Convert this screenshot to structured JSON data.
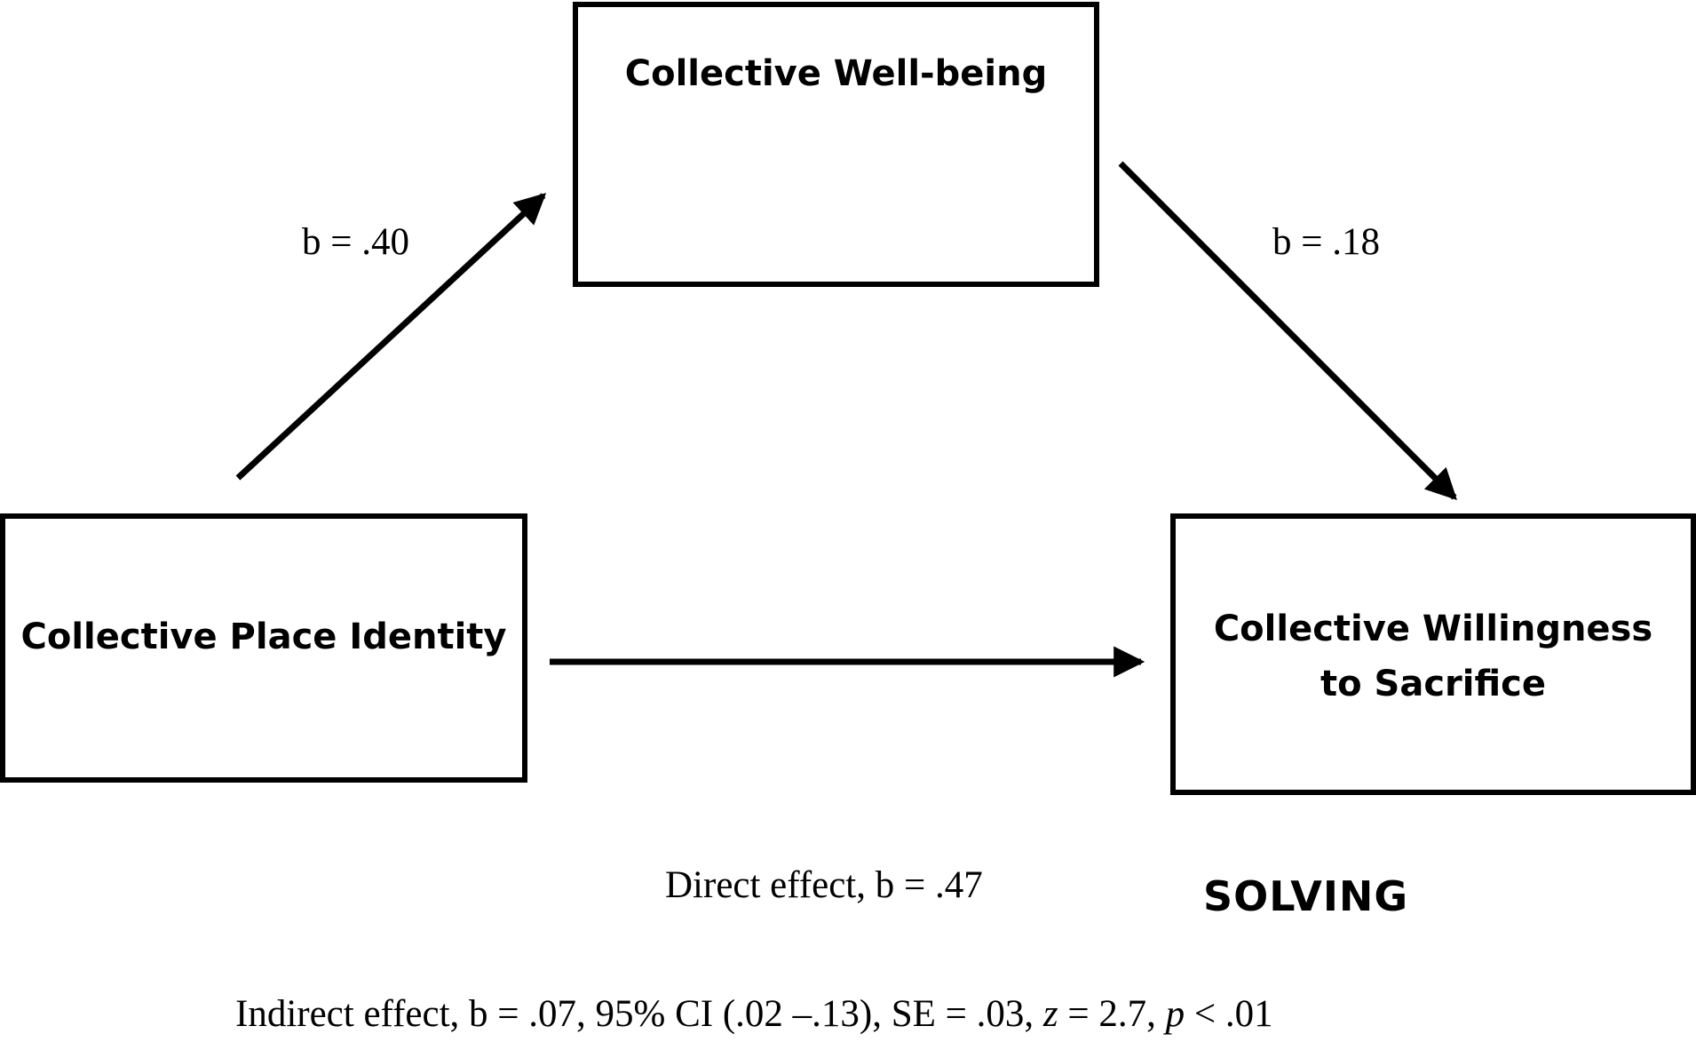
{
  "nodes": {
    "mediator": "Collective Well-being",
    "predictor": "Collective Place Identity",
    "outcome": "Collective Willingness to Sacrifice"
  },
  "paths": {
    "a": "b = .40",
    "b": "b = .18"
  },
  "direct_effect": "Direct effect, b = .47",
  "condition_label": "SOLVING",
  "indirect_effect": {
    "prefix": "Indirect effect, b = .07, 95% CI (.02 –.13), SE = .03, ",
    "z_symbol": "z",
    "z_value": " = 2.7, ",
    "p_symbol": "p",
    "p_value": " < .01"
  },
  "colors": {
    "line": "#000000",
    "background": "#ffffff"
  }
}
